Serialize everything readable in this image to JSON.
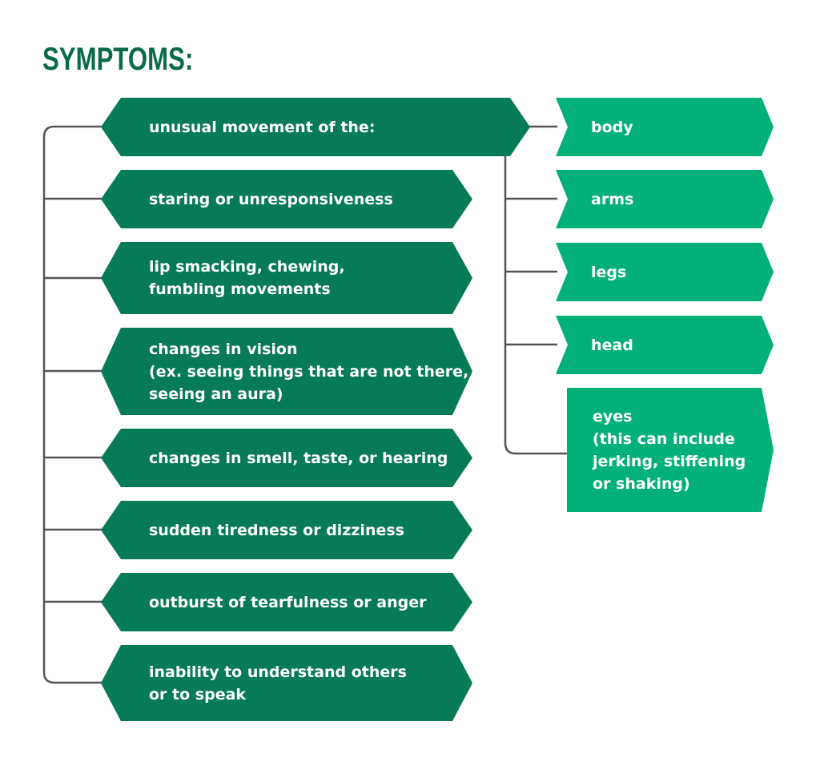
{
  "title": "SYMPTOMS:",
  "colors": {
    "title": "#0a6b4b",
    "dark_box": "#077a58",
    "light_box": "#04b079",
    "connector": "#555555"
  },
  "main_items": [
    "unusual movement of the:",
    "staring or unresponsiveness",
    "lip smacking, chewing,\nfumbling movements",
    "changes in vision\n(ex. seeing things that are not there,\nseeing an aura)",
    "changes in smell, taste, or hearing",
    "sudden tiredness or dizziness",
    "outburst of tearfulness or anger",
    "inability to understand others\nor to speak"
  ],
  "movement_parts": [
    "body",
    "arms",
    "legs",
    "head",
    "eyes\n(this can include\njerking, stiffening\nor shaking)"
  ]
}
